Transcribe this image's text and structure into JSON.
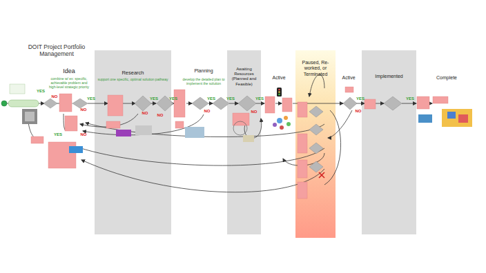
{
  "diagram": {
    "title": "DOIT Project Portfolio Management",
    "nodes": [
      {
        "text": [
          "Research",
          "support one specific, optimal solution pathway"
        ]
      },
      {
        "text": [
          "Awaiting Resources (Planned and Feasible)"
        ]
      },
      {
        "text": [
          "Paused, Re-worked, or Terminated"
        ]
      },
      {
        "text": [
          "Implemented"
        ]
      }
    ],
    "labels": [
      "Idea",
      "combine w/ ex: specific, achievable problem and high-level strategic priority",
      "Planning",
      "develop the detailed plan to implement the solution",
      "Active",
      "Active",
      "Complete",
      "YES",
      "NO",
      "YES",
      "NO",
      "NO",
      "YES",
      "YES",
      "NO",
      "YES",
      "NO",
      "YES",
      "NO",
      "YES",
      "YES",
      "NO",
      "YES",
      "NO",
      "YES"
    ]
  }
}
